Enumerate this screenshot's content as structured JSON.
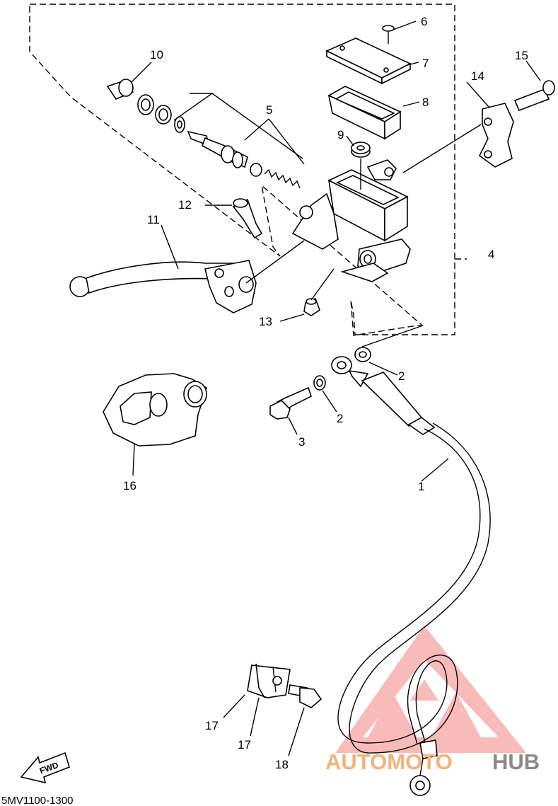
{
  "callouts": [
    "1",
    "2",
    "2",
    "3",
    "4",
    "5",
    "6",
    "7",
    "8",
    "9",
    "10",
    "11",
    "12",
    "13",
    "14",
    "15",
    "16",
    "17",
    "17",
    "18"
  ],
  "fwd_label": "FWD",
  "diagram_code": "5MV1100-1300",
  "watermark": {
    "text_a": "AUTOMOTO",
    "text_b": "HUB",
    "color_logo": "#f7a5a2",
    "color_text_a": "#f4b27c",
    "color_text_b": "#8a8a8a"
  }
}
